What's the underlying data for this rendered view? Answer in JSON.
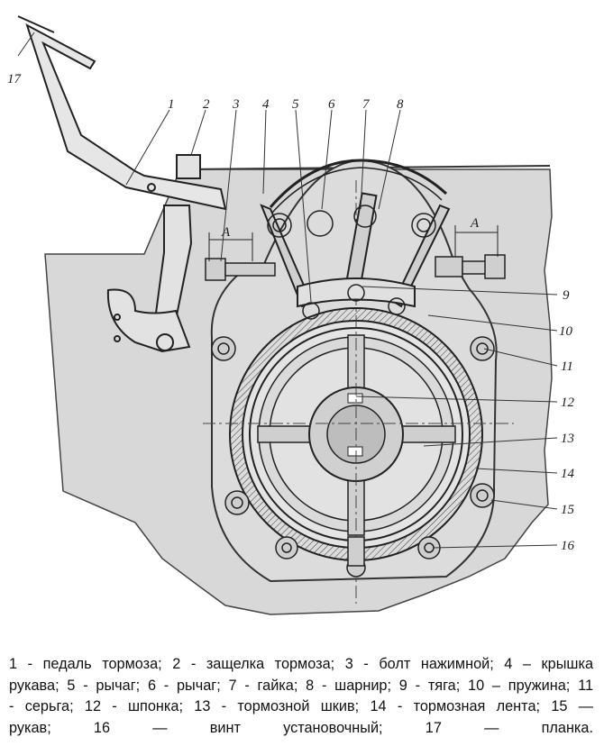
{
  "figure": {
    "callouts": [
      "1",
      "2",
      "3",
      "4",
      "5",
      "6",
      "7",
      "8",
      "9",
      "10",
      "11",
      "12",
      "13",
      "14",
      "15",
      "16",
      "17"
    ],
    "dimension_labels": [
      "А",
      "А"
    ]
  },
  "legend": {
    "line1": "1 - педаль тормоза; 2 - защелка тормоза; 3 - болт нажимной; 4 – крышка",
    "line2": "рукава; 5 - рычаг; 6 - рычаг; 7 - гайка; 8 - шарнир; 9 - тяга; 10 – пружина; 11",
    "line3": "- серьга; 12 - шпонка; 13 - тормозной шкив; 14 - тормозная лента; 15 —",
    "line4": "рукав;    16    —    винт    установочный;    17    —    планка."
  }
}
